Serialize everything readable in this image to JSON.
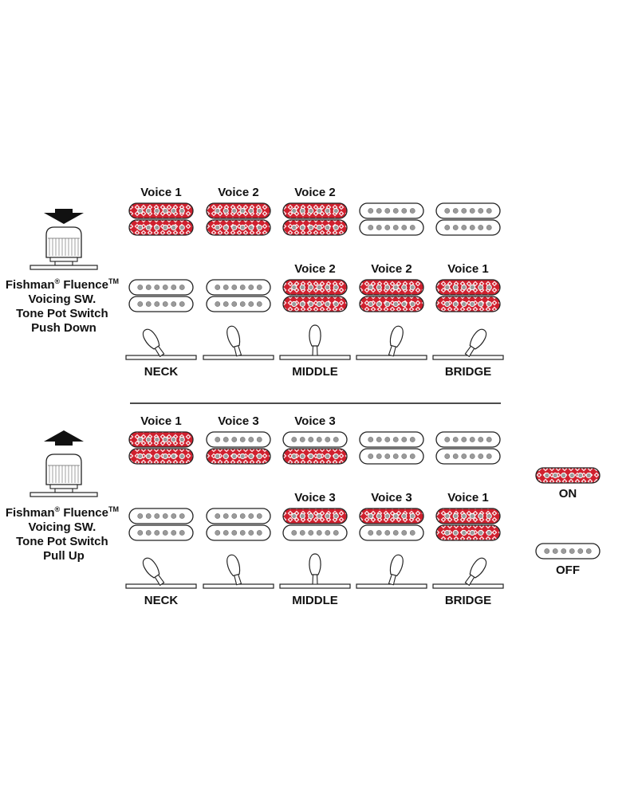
{
  "colors": {
    "on_fill": "#d0202e",
    "off_fill": "#ffffff",
    "outline": "#222222",
    "pole": "#9a9a9a",
    "arrow": "#111111"
  },
  "sections": [
    {
      "title_lines": [
        "Fishman",
        "Fluence",
        "Voicing SW.",
        "Tone Pot Switch",
        "Push Down"
      ],
      "title_marks": [
        "®",
        "TM"
      ],
      "arrow": "down-arrow-icon",
      "positions": [
        {
          "neck": {
            "state": "on",
            "label": "Voice 1"
          },
          "bridge": {
            "state": "off",
            "label": ""
          },
          "selector": "neck"
        },
        {
          "neck": {
            "state": "on",
            "label": "Voice 2"
          },
          "bridge": {
            "state": "off",
            "label": ""
          },
          "selector": "neck-middle"
        },
        {
          "neck": {
            "state": "on",
            "label": "Voice 2"
          },
          "bridge": {
            "state": "on",
            "label": "Voice 2"
          },
          "selector": "middle"
        },
        {
          "neck": {
            "state": "off",
            "label": ""
          },
          "bridge": {
            "state": "on",
            "label": "Voice 2"
          },
          "selector": "middle-bridge"
        },
        {
          "neck": {
            "state": "off",
            "label": ""
          },
          "bridge": {
            "state": "on",
            "label": "Voice 1"
          },
          "selector": "bridge"
        }
      ],
      "position_labels": [
        "NECK",
        "",
        "MIDDLE",
        "",
        "BRIDGE"
      ]
    },
    {
      "title_lines": [
        "Fishman",
        "Fluence",
        "Voicing SW.",
        "Tone Pot Switch",
        "Pull Up"
      ],
      "title_marks": [
        "®",
        "TM"
      ],
      "arrow": "up-arrow-icon",
      "positions": [
        {
          "neck": {
            "state": "on",
            "label": "Voice 1"
          },
          "bridge": {
            "state": "off",
            "label": ""
          },
          "selector": "neck"
        },
        {
          "neck": {
            "state": "on-bottom",
            "label": "Voice 3"
          },
          "bridge": {
            "state": "off",
            "label": ""
          },
          "selector": "neck-middle"
        },
        {
          "neck": {
            "state": "on-bottom",
            "label": "Voice 3"
          },
          "bridge": {
            "state": "on-top",
            "label": "Voice 3"
          },
          "selector": "middle"
        },
        {
          "neck": {
            "state": "off",
            "label": ""
          },
          "bridge": {
            "state": "on-top",
            "label": "Voice 3"
          },
          "selector": "middle-bridge"
        },
        {
          "neck": {
            "state": "off",
            "label": ""
          },
          "bridge": {
            "state": "on",
            "label": "Voice 1"
          },
          "selector": "bridge"
        }
      ],
      "position_labels": [
        "NECK",
        "",
        "MIDDLE",
        "",
        "BRIDGE"
      ]
    }
  ],
  "legend": {
    "on_label": "ON",
    "off_label": "OFF"
  }
}
